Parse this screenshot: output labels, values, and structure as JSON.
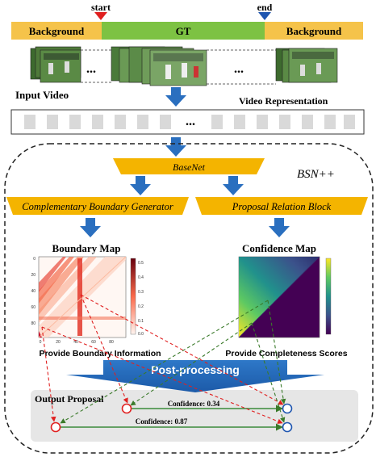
{
  "timeline": {
    "start_label": "start",
    "end_label": "end",
    "background_left": "Background",
    "gt": "GT",
    "background_right": "Background",
    "frames_ellipsis_1": "...",
    "frames_ellipsis_2": "..."
  },
  "input_video_label": "Input Video",
  "video_representation_label": "Video Representation",
  "representation_ellipsis": "...",
  "bsn_label": "BSN++",
  "basenet_label": "BaseNet",
  "cbg_label": "Complementary Boundary Generator",
  "prb_label": "Proposal Relation Block",
  "boundary_map": {
    "title": "Boundary Map",
    "y_ticks": [
      "0",
      "20",
      "40",
      "60",
      "80"
    ],
    "x_ticks": [
      "0",
      "20",
      "40",
      "60",
      "80"
    ],
    "colorbar_ticks": [
      "0.5",
      "0.4",
      "0.3",
      "0.2",
      "0.1",
      "0.0"
    ],
    "caption": "Provide Boundary Information"
  },
  "confidence_map": {
    "title": "Confidence Map",
    "caption": "Provide Completeness Scores"
  },
  "post_processing_label": "Post-processing",
  "output_proposal_label": "Output Proposal",
  "proposals": [
    {
      "confidence_label": "Confidence: 0.34"
    },
    {
      "confidence_label": "Confidence: 0.87"
    }
  ],
  "colors": {
    "background_segment": "#f5c34a",
    "gt_segment": "#7dc243",
    "arrow_blue": "#2a6fbf",
    "basenet_fill": "#f4b400",
    "post_processing": "#2a6fbf",
    "start_marker": "#e02020",
    "end_marker": "#1f56b0",
    "proposal_line": "#3a8a3a"
  }
}
